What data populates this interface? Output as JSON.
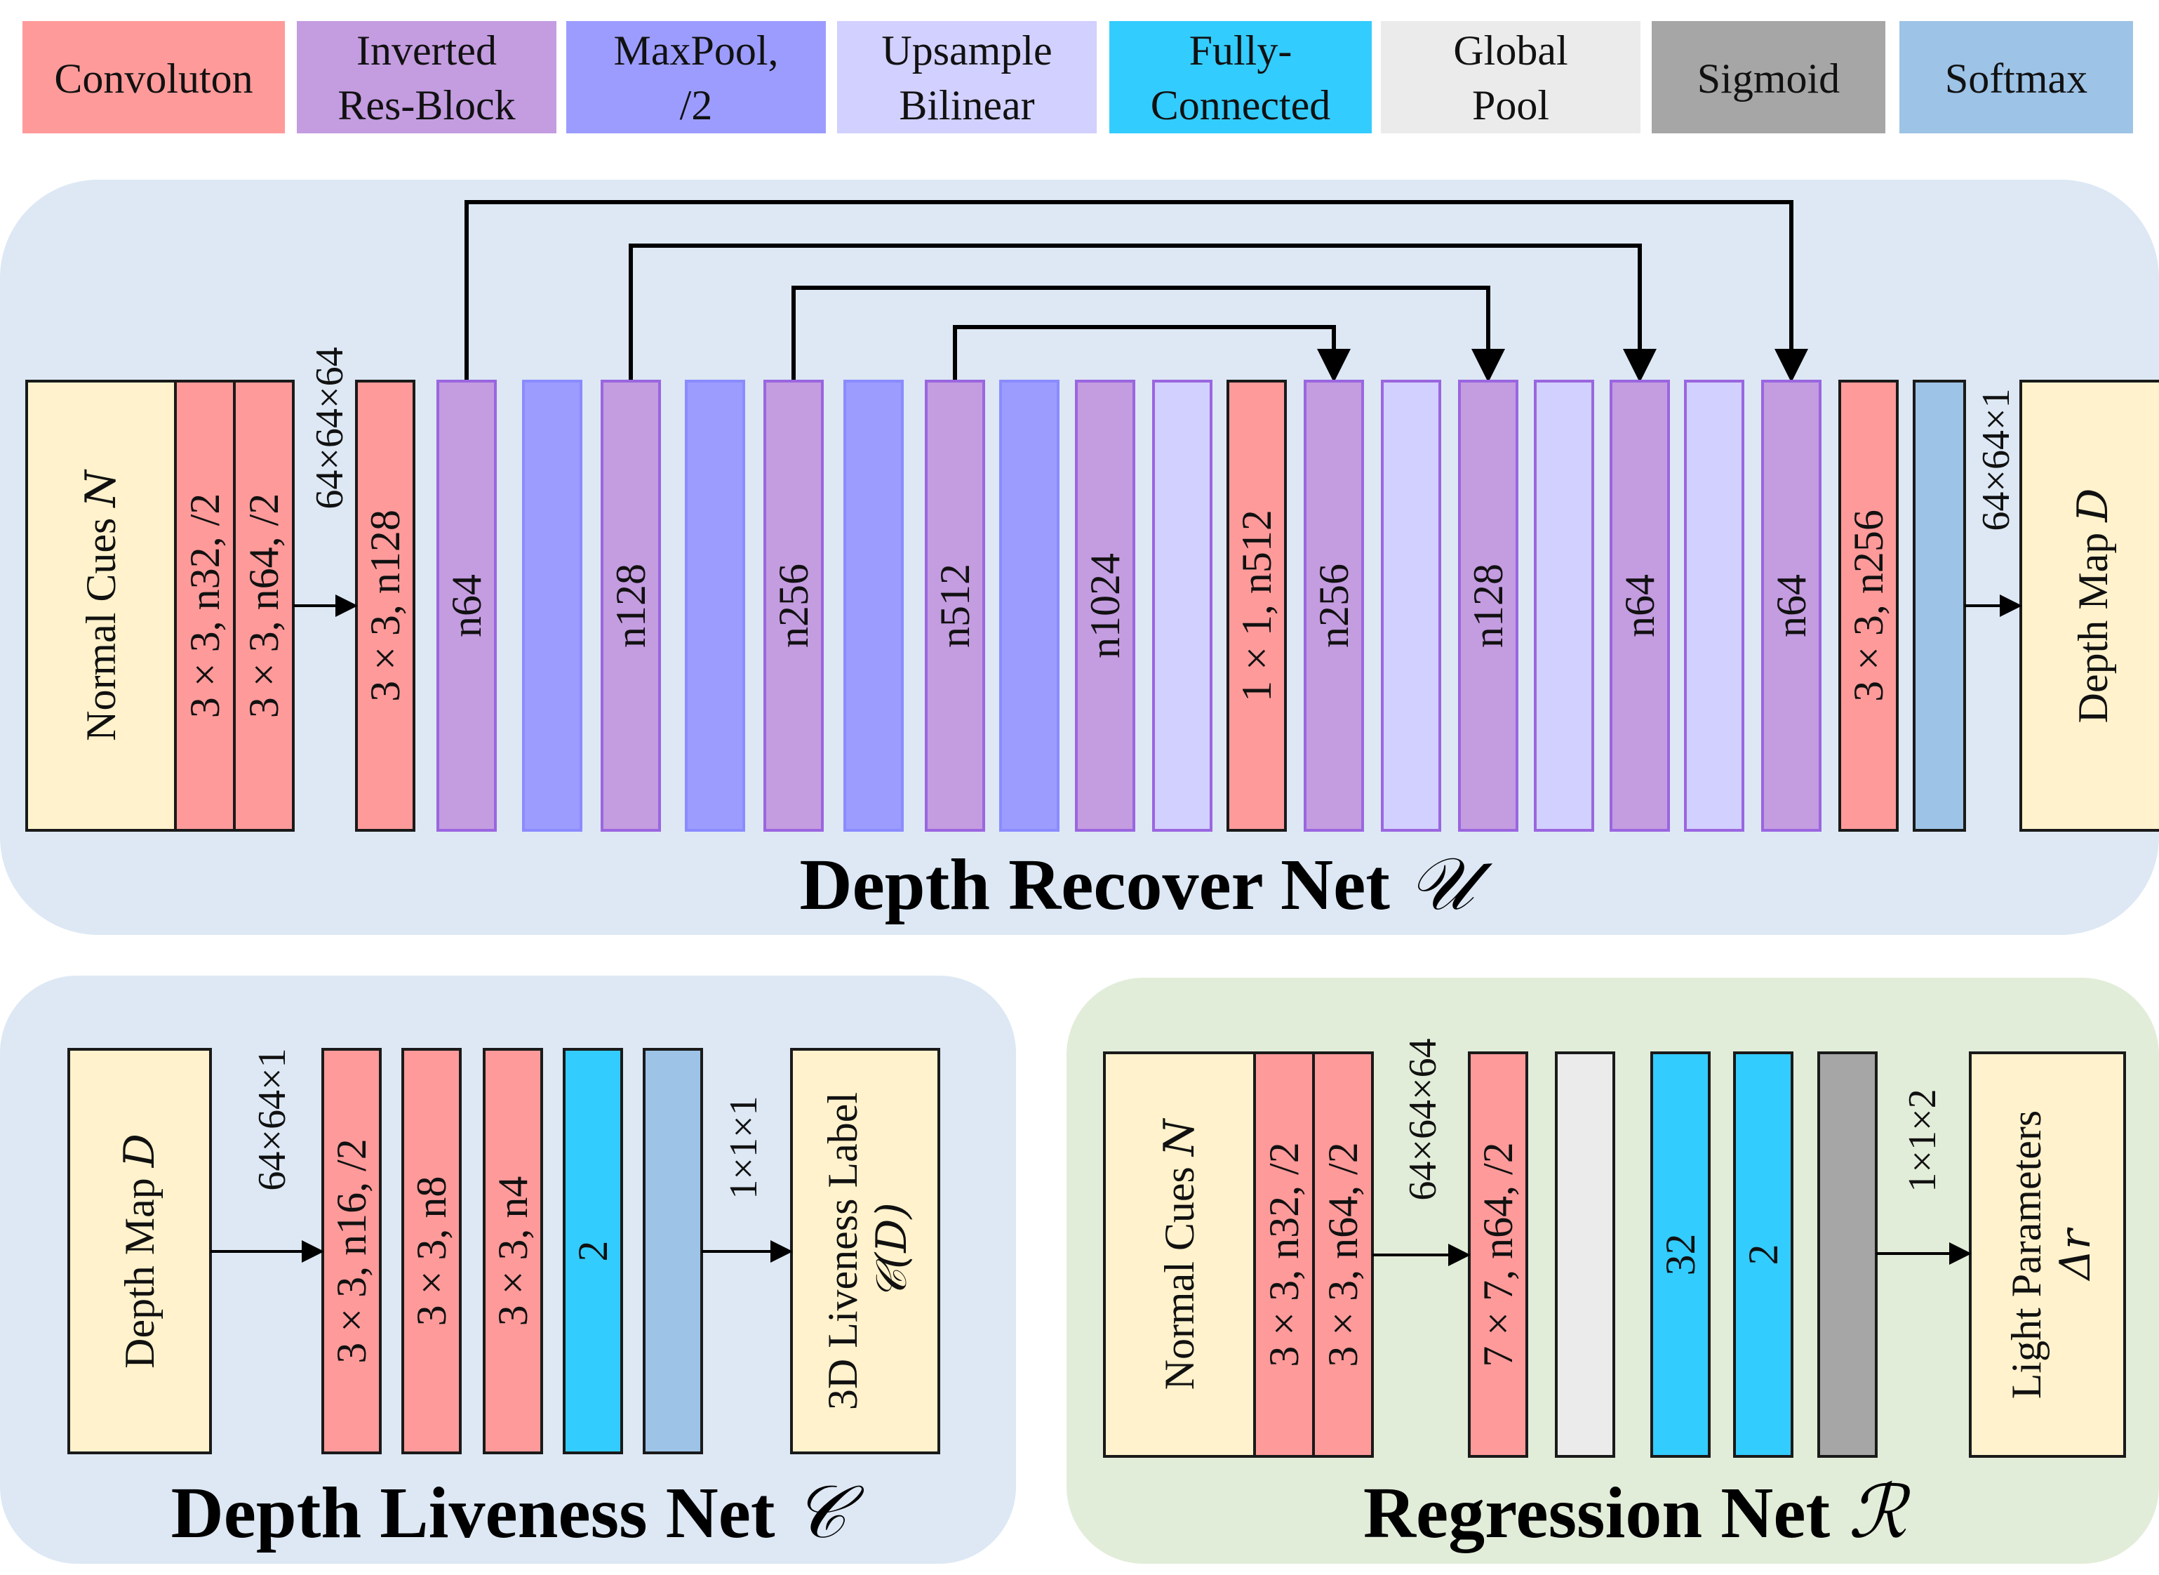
{
  "legend": [
    {
      "key": "conv",
      "lines": [
        "Convoluton"
      ],
      "color": "#ff9a9a"
    },
    {
      "key": "res",
      "lines": [
        "Inverted",
        "Res-Block"
      ],
      "color": "#c49ce0"
    },
    {
      "key": "pool",
      "lines": [
        "MaxPool,",
        "/2"
      ],
      "color": "#9c9cff"
    },
    {
      "key": "up",
      "lines": [
        "Upsample",
        "Bilinear"
      ],
      "color": "#d2d0ff"
    },
    {
      "key": "fc",
      "lines": [
        "Fully-",
        "Connected"
      ],
      "color": "#33ccff"
    },
    {
      "key": "gp",
      "lines": [
        "Global",
        "Pool"
      ],
      "color": "#ebebeb"
    },
    {
      "key": "sig",
      "lines": [
        "Sigmoid"
      ],
      "color": "#a6a6a6"
    },
    {
      "key": "soft",
      "lines": [
        "Softmax"
      ],
      "color": "#9dc3e6"
    }
  ],
  "colors": {
    "panel_blue": "#dde8f4",
    "panel_green": "#e2edd9",
    "io_block": "#fff2cc"
  },
  "depth_recover": {
    "title": "Depth Recover Net",
    "title_symbol": "𝒰",
    "input_label": "Normal Cues",
    "input_symbol": "N",
    "input_dim": "64×64×64",
    "output_label": "Depth Map",
    "output_symbol": "D",
    "output_dim": "64×64×1",
    "blocks": [
      {
        "type": "conv",
        "label": "3 × 3, n32, /2"
      },
      {
        "type": "conv",
        "label": "3 × 3, n64, /2"
      },
      {
        "type": "conv",
        "label": "3 × 3, n128"
      },
      {
        "type": "res",
        "label": "n64"
      },
      {
        "type": "pool",
        "label": ""
      },
      {
        "type": "res",
        "label": "n128"
      },
      {
        "type": "pool",
        "label": ""
      },
      {
        "type": "res",
        "label": "n256"
      },
      {
        "type": "pool",
        "label": ""
      },
      {
        "type": "res",
        "label": "n512"
      },
      {
        "type": "pool",
        "label": ""
      },
      {
        "type": "res",
        "label": "n1024"
      },
      {
        "type": "up",
        "label": ""
      },
      {
        "type": "conv",
        "label": "1 × 1, n512"
      },
      {
        "type": "res",
        "label": "n256"
      },
      {
        "type": "up",
        "label": ""
      },
      {
        "type": "res",
        "label": "n128"
      },
      {
        "type": "up",
        "label": ""
      },
      {
        "type": "res",
        "label": "n64"
      },
      {
        "type": "up",
        "label": ""
      },
      {
        "type": "res",
        "label": "n64"
      },
      {
        "type": "conv",
        "label": "3 × 3, n256"
      },
      {
        "type": "soft",
        "label": ""
      }
    ]
  },
  "depth_liveness": {
    "title": "Depth Liveness Net",
    "title_symbol": "𝒞",
    "input_label": "Depth Map",
    "input_symbol": "D",
    "input_dim": "64×64×1",
    "output_label": "3D Liveness Label",
    "output_symbol": "𝒞(D)",
    "output_dim": "1×1×1",
    "blocks": [
      {
        "type": "conv",
        "label": "3 × 3, n16, /2"
      },
      {
        "type": "conv",
        "label": "3 × 3, n8"
      },
      {
        "type": "conv",
        "label": "3 × 3, n4"
      },
      {
        "type": "fc",
        "label": "2"
      },
      {
        "type": "soft",
        "label": ""
      }
    ]
  },
  "regression": {
    "title": "Regression Net",
    "title_symbol": "ℛ",
    "input_label": "Normal Cues",
    "input_symbol": "N",
    "input_dim": "64×64×64",
    "output_label": "Light Parameters",
    "output_symbol": "Δr",
    "output_dim": "1×1×2",
    "blocks": [
      {
        "type": "conv",
        "label": "3 × 3, n32, /2"
      },
      {
        "type": "conv",
        "label": "3 × 3, n64, /2"
      },
      {
        "type": "conv",
        "label": "7 × 7, n64, /2"
      },
      {
        "type": "gp",
        "label": ""
      },
      {
        "type": "fc",
        "label": "32"
      },
      {
        "type": "fc",
        "label": "2"
      },
      {
        "type": "sig",
        "label": ""
      }
    ]
  }
}
